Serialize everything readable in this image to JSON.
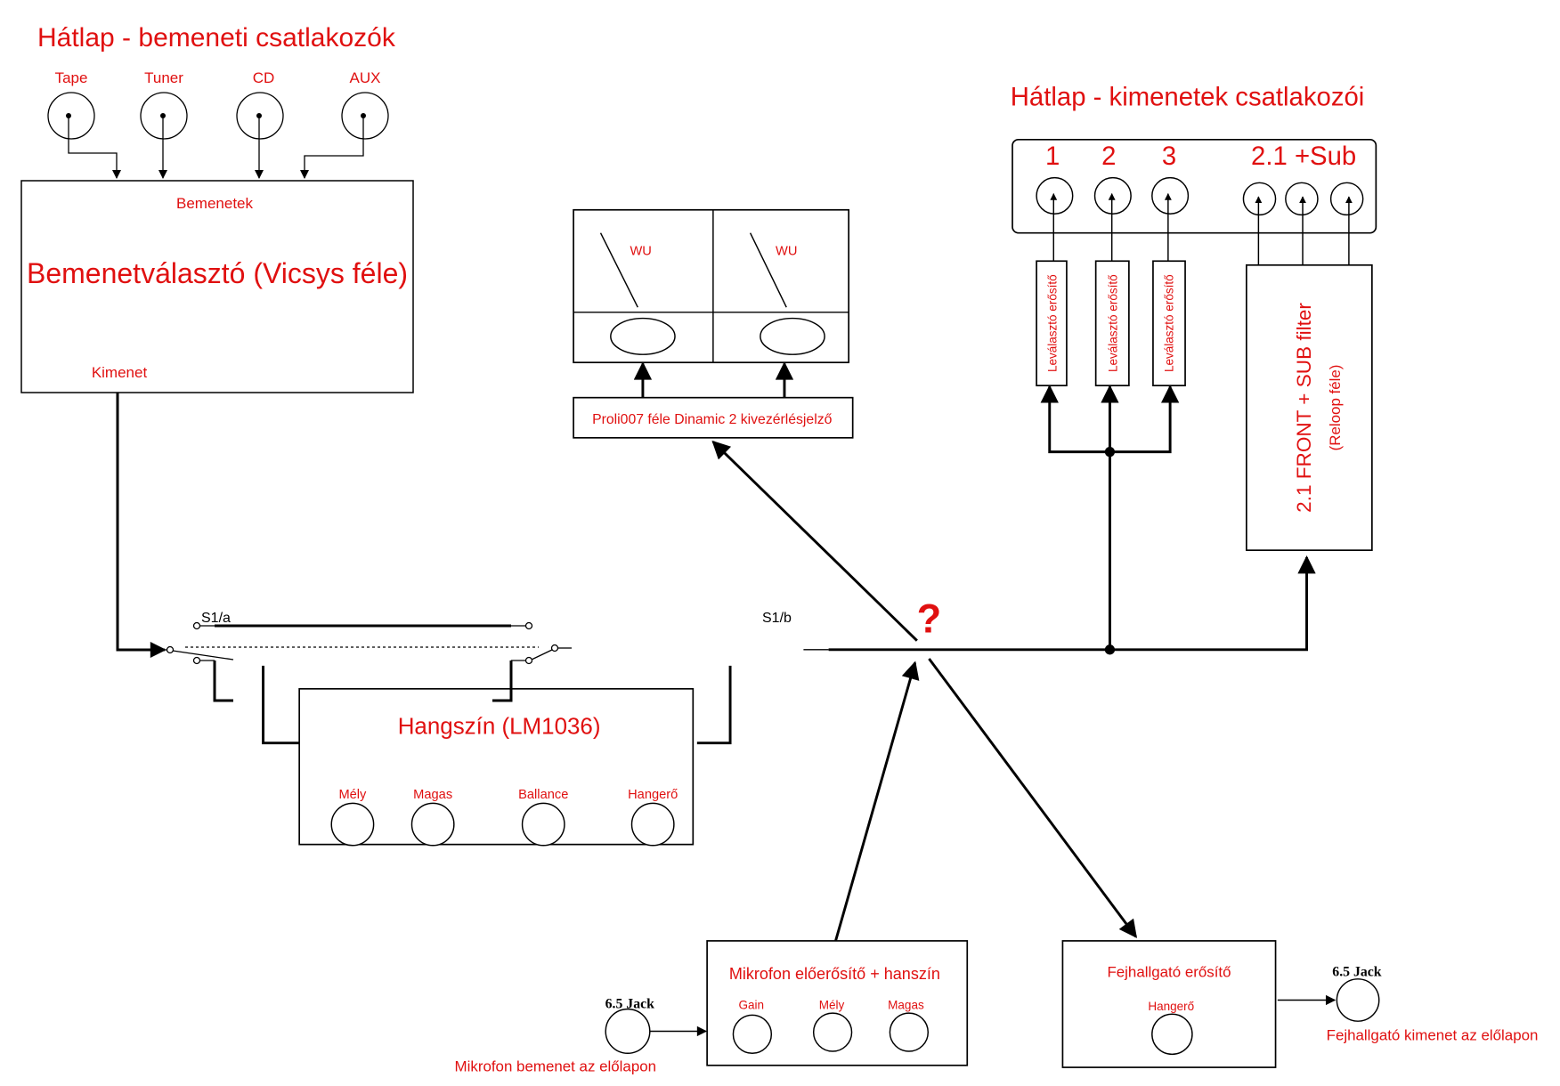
{
  "colors": {
    "label": "#e01010",
    "line": "#000000",
    "background": "#ffffff"
  },
  "inputs_panel": {
    "title": "Hátlap - bemeneti csatlakozók",
    "jacks": [
      "Tape",
      "Tuner",
      "CD",
      "AUX"
    ]
  },
  "input_selector": {
    "title": "Bemenetválasztó (Vicsys féle)",
    "inputs_label": "Bemenetek",
    "output_label": "Kimenet"
  },
  "switch": {
    "a_label": "S1/a",
    "b_label": "S1/b"
  },
  "tone_control": {
    "title": "Hangszín (LM1036)",
    "knobs": [
      "Mély",
      "Magas",
      "Ballance",
      "Hangerő"
    ]
  },
  "vu_meter": {
    "meters": [
      "WU",
      "WU"
    ],
    "driver_label": "Proli007 féle Dinamic 2 kivezérlésjelző"
  },
  "junction": {
    "question_mark": "?"
  },
  "outputs_panel": {
    "title": "Hátlap - kimenetek csatlakozói",
    "groups": [
      "1",
      "2",
      "3",
      "2.1 +Sub"
    ]
  },
  "buffer_amps": [
    "Leválasztó erősítő",
    "Leválasztó erősítő",
    "Leválasztó erősítő"
  ],
  "sub_filter": {
    "title": "2.1 FRONT + SUB filter",
    "subtitle": "(Reloop féle)"
  },
  "mic_preamp": {
    "title": "Mikrofon előerősítő + hanszín",
    "knobs": [
      "Gain",
      "Mély",
      "Magas"
    ],
    "jack_label": "6.5 Jack",
    "jack_caption": "Mikrofon bemenet az előlapon"
  },
  "headphone_amp": {
    "title": "Fejhallgató erősítő",
    "knobs": [
      "Hangerő"
    ],
    "jack_label": "6.5 Jack",
    "jack_caption": "Fejhallgató kimenet az előlapon"
  }
}
